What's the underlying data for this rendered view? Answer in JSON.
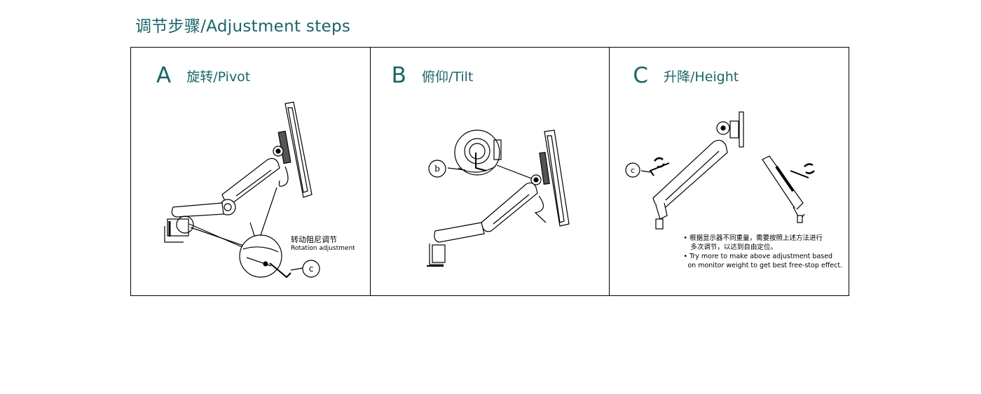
{
  "title": "调节步骤/Adjustment steps",
  "panels": [
    {
      "letter": "A",
      "label": "旋转/Pivot",
      "caption_zh": "转动阻尼调节",
      "caption_en": "Rotation adjustment",
      "callout": "c"
    },
    {
      "letter": "B",
      "label": "俯仰/Tilt",
      "callout": "b"
    },
    {
      "letter": "C",
      "label": "升降/Height",
      "callout": "c",
      "notes": {
        "zh_line1": "• 根据显示器不同重量，需要按照上述方法进行",
        "zh_line2": "多次调节，以达到自由定位。",
        "en_line1": "• Try more to make above adjustment based",
        "en_line2": "on monitor weight to get best free-stop effect."
      }
    }
  ]
}
